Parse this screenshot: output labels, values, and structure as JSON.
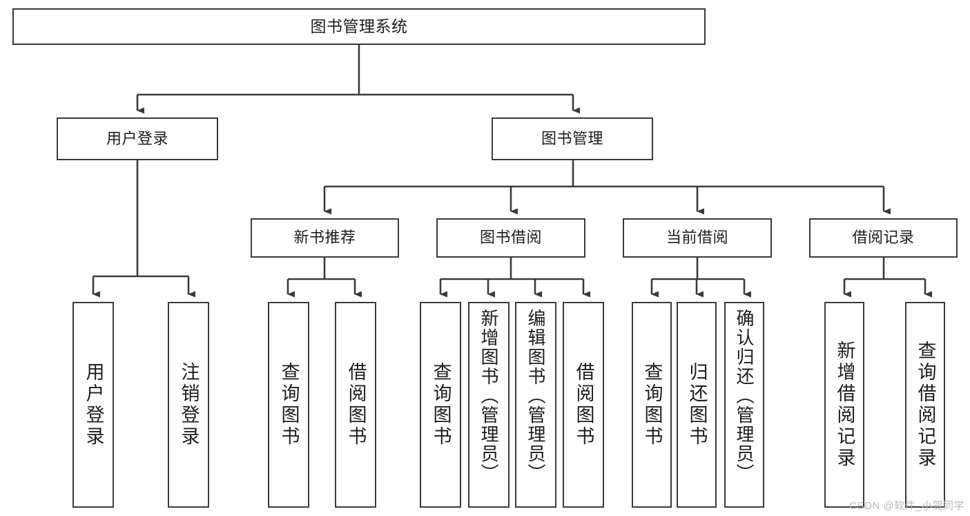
{
  "diagram": {
    "title": "图书管理系统",
    "type": "tree-hierarchy",
    "root": {
      "label": "图书管理系统"
    },
    "level2": [
      {
        "label": "用户登录"
      },
      {
        "label": "图书管理"
      }
    ],
    "level3": [
      {
        "label": "新书推荐"
      },
      {
        "label": "图书借阅"
      },
      {
        "label": "当前借阅"
      },
      {
        "label": "借阅记录"
      }
    ],
    "leaves": {
      "user_login": [
        {
          "label": "用户登录"
        },
        {
          "label": "注销登录"
        }
      ],
      "new_book_recommend": [
        {
          "label": "查询图书"
        },
        {
          "label": "借阅图书"
        }
      ],
      "book_borrow": [
        {
          "label": "查询图书"
        },
        {
          "label": "新增图书（管理员）"
        },
        {
          "label": "编辑图书（管理员）"
        },
        {
          "label": "借阅图书"
        }
      ],
      "current_borrow": [
        {
          "label": "查询图书"
        },
        {
          "label": "归还图书"
        },
        {
          "label": "确认归还（管理员）"
        }
      ],
      "borrow_record": [
        {
          "label": "新增借阅记录"
        },
        {
          "label": "查询借阅记录"
        }
      ]
    }
  },
  "watermark": {
    "text": "CSDN @软件_小贺同学"
  },
  "colors": {
    "stroke": "#3a3a3a",
    "fill": "#ffffff",
    "text": "#1d1d1d",
    "watermark": "#b9b9b9"
  }
}
